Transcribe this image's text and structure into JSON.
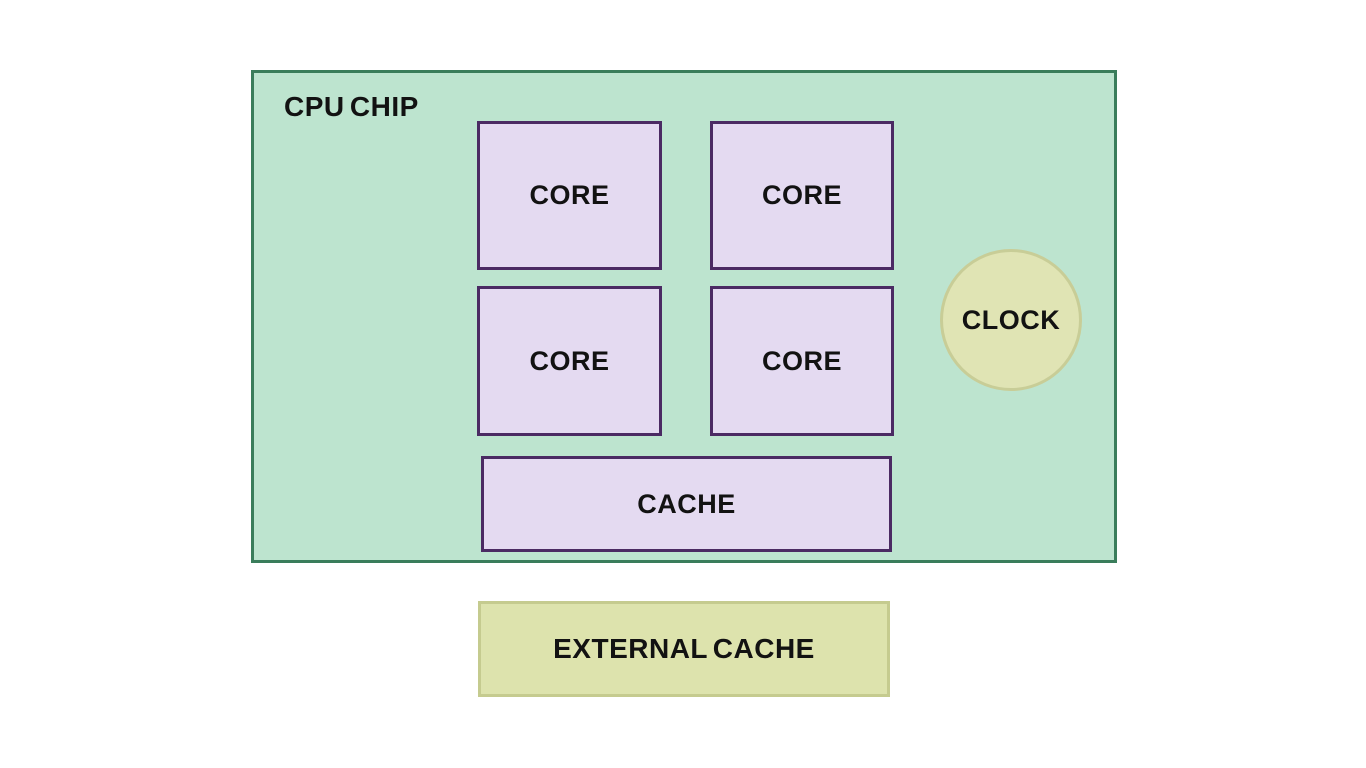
{
  "diagram": {
    "title": "CPU CHIP",
    "cores": [
      {
        "label": "CORE"
      },
      {
        "label": "CORE"
      },
      {
        "label": "CORE"
      },
      {
        "label": "CORE"
      }
    ],
    "clock": {
      "label": "CLOCK"
    },
    "cache": {
      "label": "CACHE"
    },
    "external_cache": {
      "label": "EXTERNAL CACHE"
    },
    "colors": {
      "chip_fill": "#bde4cf",
      "chip_border": "#3a7d5b",
      "core_fill": "#e4daf1",
      "core_border": "#4b2a63",
      "clock_fill": "#e0e4b4",
      "clock_border": "#c8cd97",
      "external_cache_fill": "#dde3ad",
      "external_cache_border": "#c5cb8f",
      "text": "#121212"
    }
  }
}
